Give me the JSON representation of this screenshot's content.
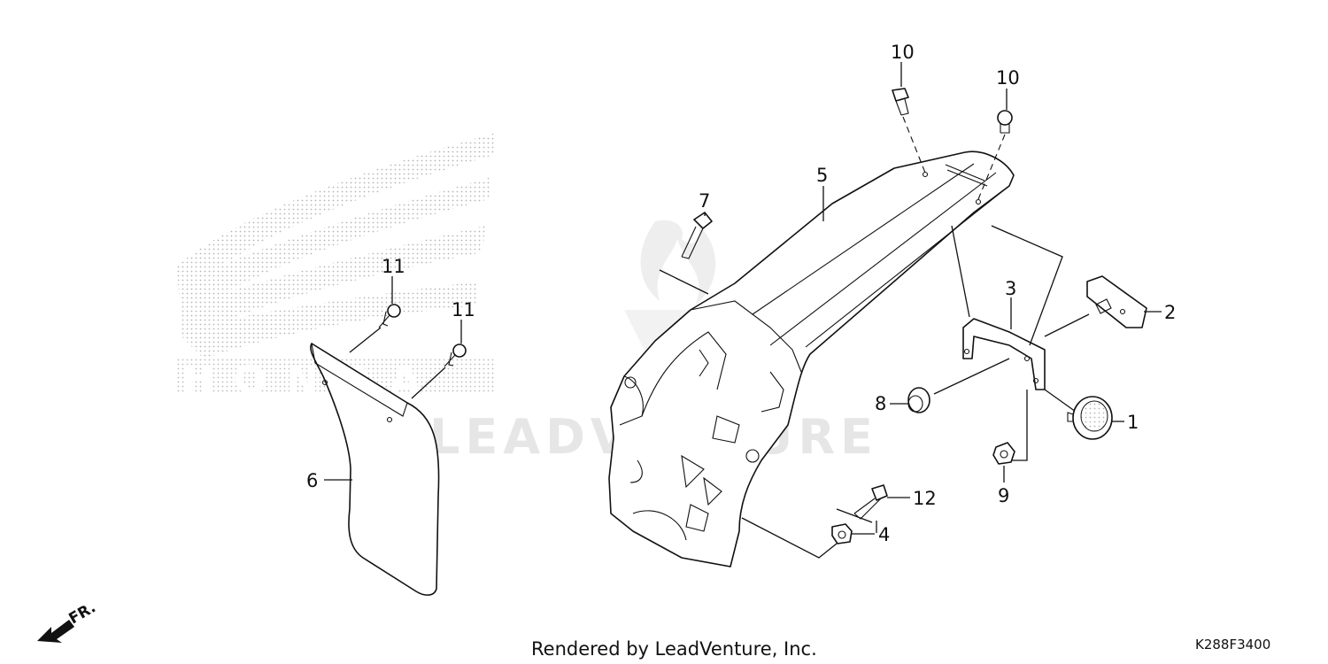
{
  "diagram": {
    "watermark": "LEADVENTURE",
    "callouts": {
      "c1": "1",
      "c2": "2",
      "c3": "3",
      "c4": "4",
      "c5": "5",
      "c6": "6",
      "c7": "7",
      "c8": "8",
      "c9": "9",
      "c10a": "10",
      "c10b": "10",
      "c11a": "11",
      "c11b": "11",
      "c12": "12"
    },
    "direction_label": "FR.",
    "footer_text": "Rendered by LeadVenture, Inc.",
    "diagram_code": "K288F3400"
  }
}
